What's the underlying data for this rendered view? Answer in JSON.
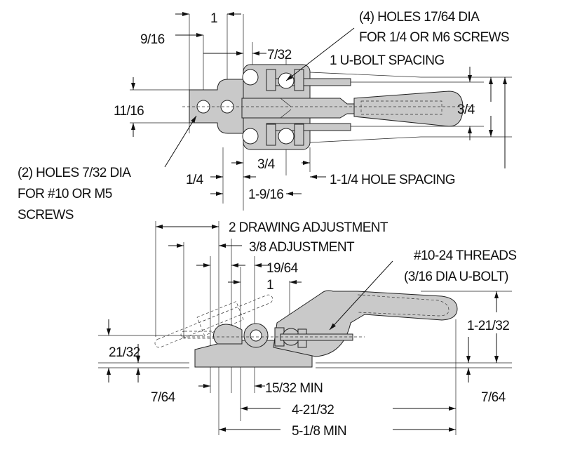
{
  "top_view": {
    "dim_1": "1",
    "dim_9_16": "9/16",
    "dim_7_32": "7/32",
    "dim_11_16": "11/16",
    "dim_3_4_right": "3/4",
    "dim_1_4": "1/4",
    "dim_3_4_bottom": "3/4",
    "dim_1_9_16": "1-9/16",
    "ubolt_spacing": "1 U-BOLT SPACING",
    "hole_spacing": "1-1/4 HOLE SPACING",
    "holes_note": [
      "(4) HOLES 17/64 DIA",
      "FOR 1/4 OR M6 SCREWS"
    ],
    "holes_note_2": [
      "(2) HOLES 7/32 DIA",
      "FOR #10 OR M5",
      "SCREWS"
    ]
  },
  "side_view": {
    "drawing_adjustment": "2 DRAWING ADJUSTMENT",
    "adjustment": "3/8 ADJUSTMENT",
    "threads_note": [
      "#10-24 THREADS",
      "(3/16 DIA U-BOLT)"
    ],
    "dim_19_64": "19/64",
    "dim_1": "1",
    "dim_1_21_32": "1-21/32",
    "dim_21_32": "21/32",
    "dim_7_64_left": "7/64",
    "dim_15_32_min": "15/32 MIN",
    "dim_7_64_right": "7/64",
    "dim_4_21_32": "4-21/32",
    "dim_5_1_8_min": "5-1/8 MIN"
  }
}
